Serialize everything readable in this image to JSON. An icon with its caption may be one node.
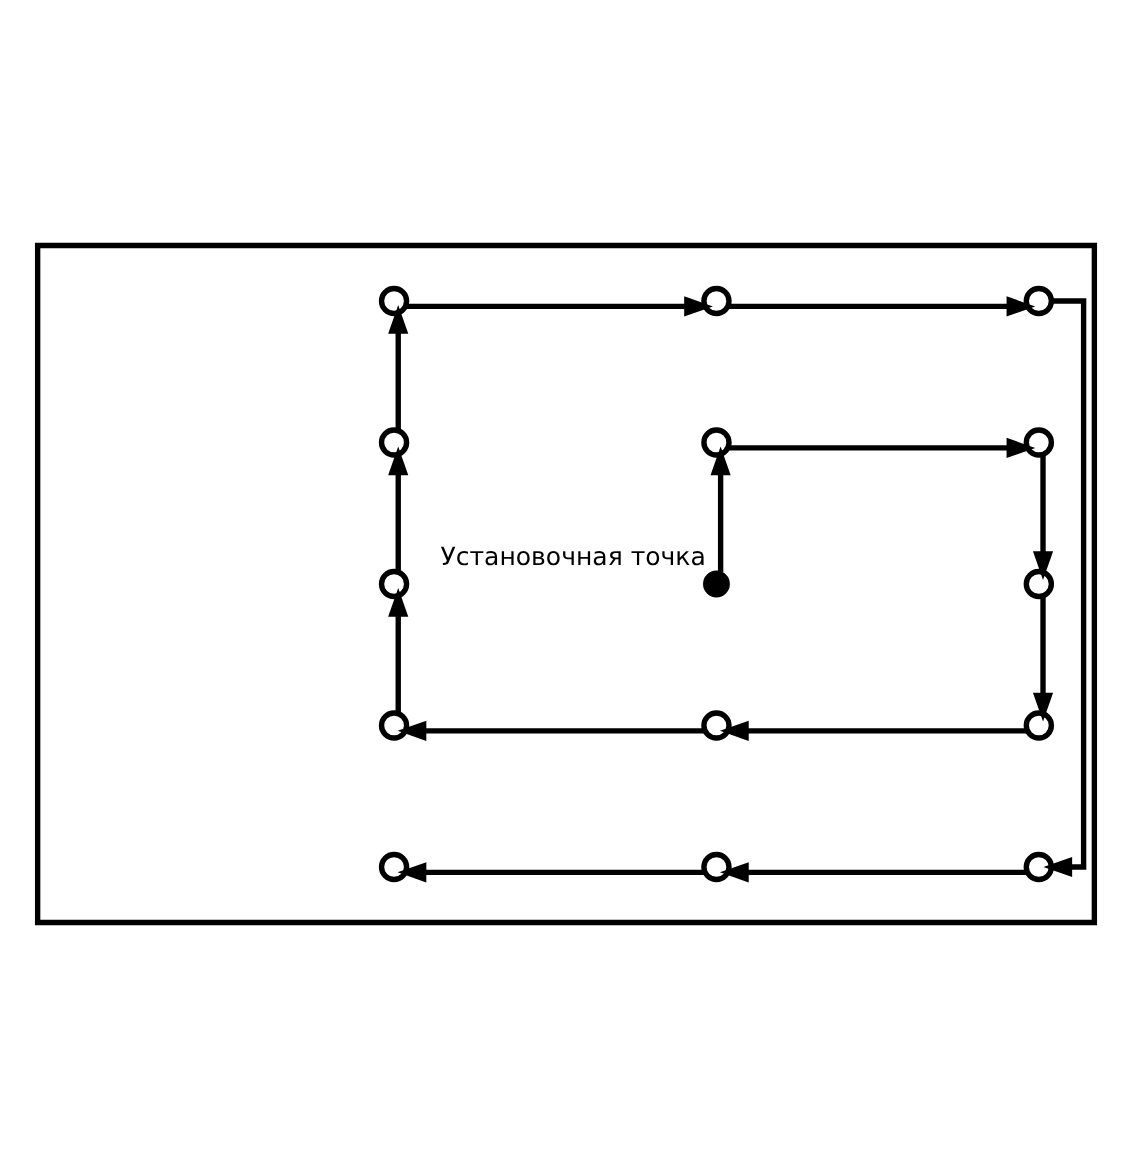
{
  "diagram": {
    "nodes": [
      {
        "text": [],
        "shape": "box"
      },
      {
        "text": [],
        "shape": "circle",
        "in": 0
      },
      {
        "text": [],
        "shape": "circle",
        "in": 0
      },
      {
        "text": [],
        "shape": "circle",
        "in": 0
      },
      {
        "text": [],
        "shape": "circle",
        "in": 0
      },
      {
        "text": [],
        "shape": "circle",
        "in": 0
      },
      {
        "text": [],
        "shape": "circle",
        "in": 0
      },
      {
        "text": [],
        "shape": "circle",
        "in": 0
      },
      {
        "text": [],
        "shape": "dot",
        "beside": [
          "Установочная точка"
        ],
        "in": 0
      },
      {
        "text": [],
        "shape": "circle",
        "in": 0
      },
      {
        "text": [],
        "shape": "circle",
        "in": 0
      },
      {
        "text": [],
        "shape": "circle",
        "in": 0
      },
      {
        "text": [],
        "shape": "circle",
        "in": 0
      },
      {
        "text": [],
        "shape": "circle",
        "in": 0
      },
      {
        "text": [],
        "shape": "circle",
        "in": 0
      },
      {
        "text": [],
        "shape": "circle",
        "in": 0
      }
    ],
    "edges": [
      {
        "from": 8,
        "to": 5,
        "arrow": "to"
      },
      {
        "from": 5,
        "to": 6,
        "arrow": "to"
      },
      {
        "from": 6,
        "to": 9,
        "arrow": "to"
      },
      {
        "from": 9,
        "to": 12,
        "arrow": "to"
      },
      {
        "from": 12,
        "to": 11,
        "arrow": "to"
      },
      {
        "from": 11,
        "to": 10,
        "arrow": "to"
      },
      {
        "from": 10,
        "to": 7,
        "arrow": "to"
      },
      {
        "from": 7,
        "to": 4,
        "arrow": "to"
      },
      {
        "from": 4,
        "to": 1,
        "arrow": "to"
      },
      {
        "from": 1,
        "to": 2,
        "arrow": "to"
      },
      {
        "from": 2,
        "to": 3,
        "arrow": "to"
      },
      {
        "from": 3,
        "to": 15,
        "arrow": "to"
      },
      {
        "from": 15,
        "to": 14,
        "arrow": "to"
      },
      {
        "from": 14,
        "to": 13,
        "arrow": "to"
      }
    ]
  }
}
